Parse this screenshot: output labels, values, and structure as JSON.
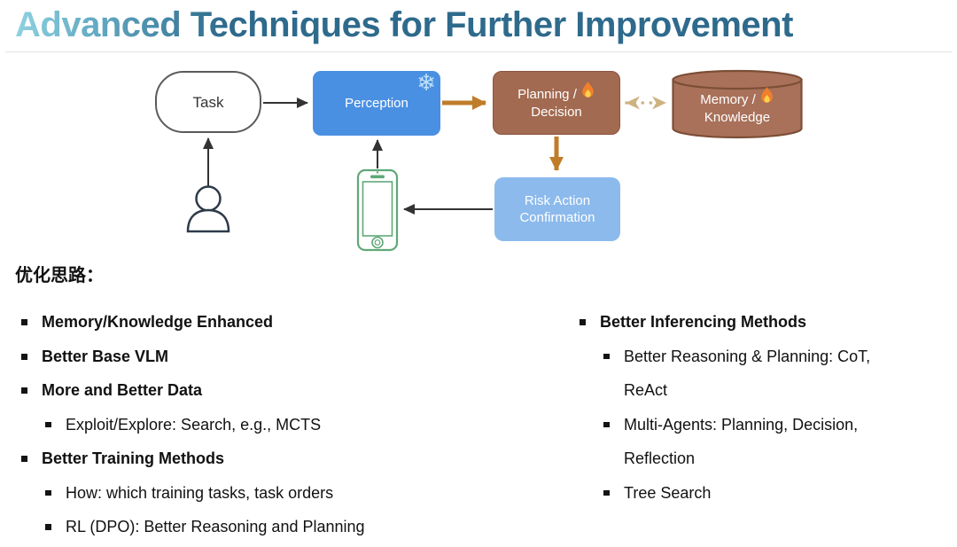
{
  "title": "Advanced Techniques for Further Improvement",
  "section_heading": "优化思路：",
  "diagram": {
    "task": {
      "label": "Task"
    },
    "perception": {
      "label": "Perception",
      "icon": "snowflake"
    },
    "planning": {
      "line1": "Planning /",
      "line2": "Decision",
      "icon": "fire"
    },
    "memory": {
      "line1": "Memory /",
      "line2": "Knowledge",
      "icon": "fire"
    },
    "risk": {
      "line1": "Risk Action",
      "line2": "Confirmation"
    },
    "icons": {
      "user": "person-figure",
      "device": "smartphone"
    },
    "colors": {
      "perception_fill": "#4a90e2",
      "planning_fill": "#a26a50",
      "memory_fill": "#a9715a",
      "risk_fill": "#8cbaec",
      "hot_arrow": "#bf7d2a",
      "dotted_arrow": "#cdb382",
      "black_arrow": "#333333",
      "phone_stroke": "#5fa878",
      "title_gradient_start": "#8fd2e1",
      "title_gradient_end": "#2e6a8c"
    }
  },
  "bullets": {
    "left": [
      {
        "text": "Memory/Knowledge Enhanced"
      },
      {
        "text": "Better Base VLM"
      },
      {
        "text": "More and Better Data"
      },
      {
        "text": "Exploit/Explore: Search, e.g., MCTS"
      },
      {
        "text": "Better Training Methods"
      },
      {
        "text": "How: which training tasks, task orders"
      },
      {
        "text": "RL (DPO): Better Reasoning and Planning"
      }
    ],
    "right": [
      {
        "text": "Better Inferencing Methods"
      },
      {
        "text": "Better Reasoning & Planning: CoT,\nReAct"
      },
      {
        "text": "Multi-Agents: Planning, Decision,\nReflection"
      },
      {
        "text": "Tree Search"
      }
    ]
  }
}
